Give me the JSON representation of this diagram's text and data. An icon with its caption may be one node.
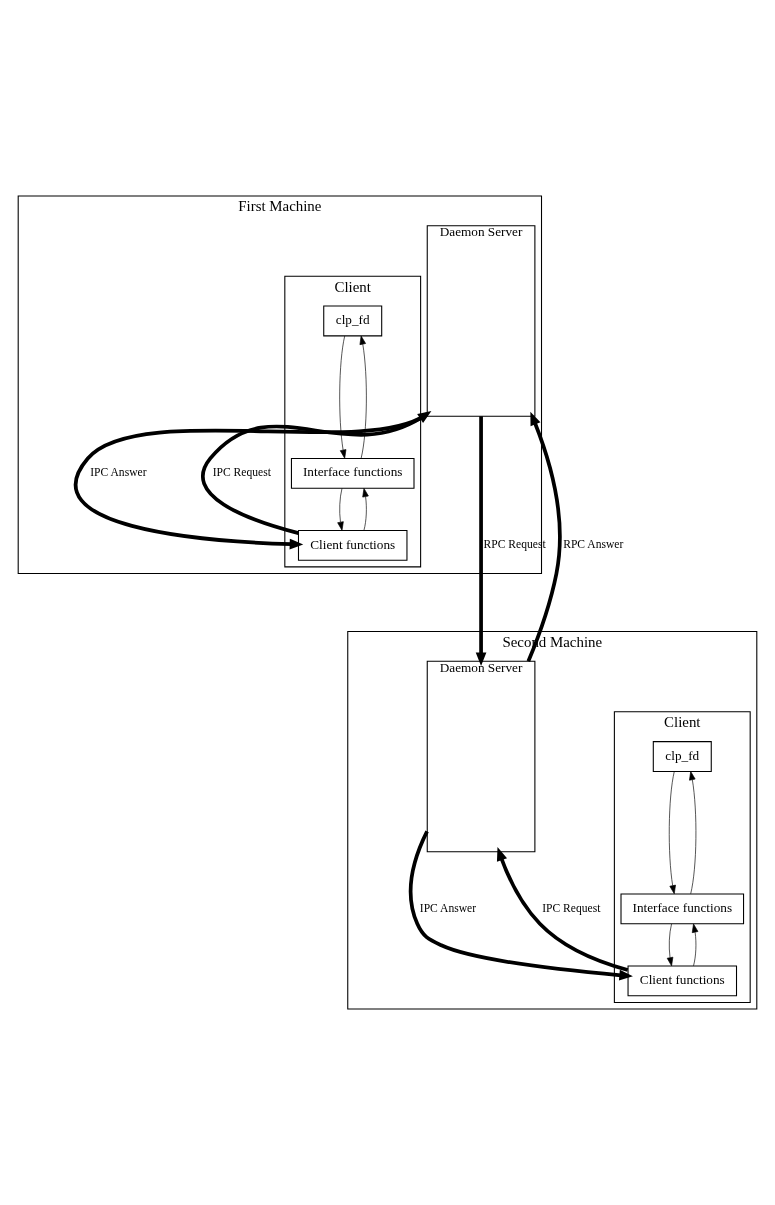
{
  "diagram": {
    "nodes": [
      {
        "text": [
          "First Machine"
        ]
      },
      {
        "text": [
          "Daemon Server"
        ],
        "in": 0
      },
      {
        "text": [
          "Client"
        ],
        "in": 0
      },
      {
        "text": [
          "clp_fd"
        ],
        "in": 2
      },
      {
        "text": [
          "Interface functions"
        ],
        "in": 2
      },
      {
        "text": [
          "Client functions"
        ],
        "in": 2
      },
      {
        "text": [
          "Second Machine"
        ]
      },
      {
        "text": [
          "Daemon Server"
        ],
        "in": 6
      },
      {
        "text": [
          "Client"
        ],
        "in": 6
      },
      {
        "text": [
          "clp_fd"
        ],
        "in": 8
      },
      {
        "text": [
          "Interface functions"
        ],
        "in": 8
      },
      {
        "text": [
          "Client functions"
        ],
        "in": 8
      }
    ],
    "edges": [
      {
        "from": 3,
        "to": 4,
        "arrow": "to"
      },
      {
        "from": 4,
        "to": 3,
        "arrow": "to"
      },
      {
        "from": 4,
        "to": 5,
        "arrow": "to"
      },
      {
        "from": 5,
        "to": 4,
        "arrow": "to"
      },
      {
        "from": 1,
        "to": 5,
        "arrow": "to",
        "label": "IPC Answer",
        "style": "thick"
      },
      {
        "from": 5,
        "to": 1,
        "arrow": "to",
        "label": "IPC Request",
        "style": "thick"
      },
      {
        "from": 1,
        "to": 7,
        "arrow": "to",
        "label": "RPC Request",
        "style": "thick"
      },
      {
        "from": 7,
        "to": 1,
        "arrow": "to",
        "label": "RPC Answer",
        "style": "thick"
      },
      {
        "from": 9,
        "to": 10,
        "arrow": "to"
      },
      {
        "from": 10,
        "to": 9,
        "arrow": "to"
      },
      {
        "from": 10,
        "to": 11,
        "arrow": "to"
      },
      {
        "from": 11,
        "to": 10,
        "arrow": "to"
      },
      {
        "from": 7,
        "to": 11,
        "arrow": "to",
        "label": "IPC Answer",
        "style": "thick"
      },
      {
        "from": 11,
        "to": 7,
        "arrow": "to",
        "label": "IPC Request",
        "style": "thick"
      }
    ]
  }
}
